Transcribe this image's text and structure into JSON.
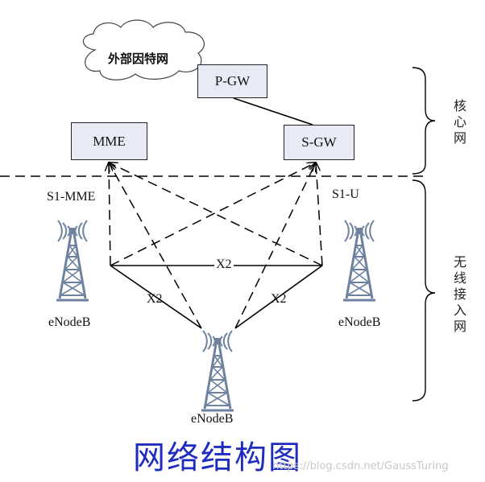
{
  "cloud": {
    "label": "外部因特网"
  },
  "nodes": {
    "pgw": "P-GW",
    "mme": "MME",
    "sgw": "S-GW"
  },
  "interfaces": {
    "s1_mme": "S1-MME",
    "s1_u": "S1-U",
    "x2_top": "X2",
    "x2_left": "X2",
    "x2_right": "X2"
  },
  "enodebs": {
    "left": "eNodeB",
    "right": "eNodeB",
    "bottom": "eNodeB"
  },
  "regions": {
    "core": "核心网",
    "radio": "无线接入网"
  },
  "caption": "网络结构图",
  "watermark": "https://blog.csdn.net/GaussTuring",
  "colors": {
    "box_fill": "#e8ebf5",
    "tower": "#6e82a0",
    "caption": "#1f2dbf"
  }
}
